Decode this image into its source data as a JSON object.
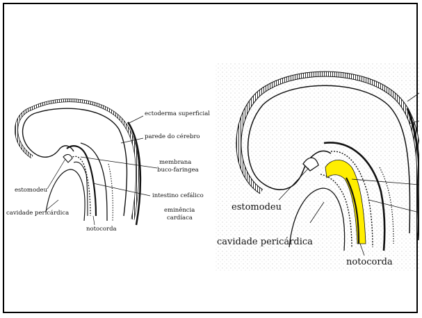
{
  "slide": {
    "left_figure": {
      "labels": {
        "ectoderma": "ectoderma superficial",
        "parede": "parede do cérebro",
        "membrana_1": "membrana",
        "membrana_2": "buco-faringea",
        "estomodeu": "estomodeu",
        "intestino": "intestino cefálico",
        "cavidade": "cavidade pericárdica",
        "eminencia_1": "eminência",
        "eminencia_2": "cardíaca",
        "notocorda": "notocorda"
      }
    },
    "right_figure": {
      "labels": {
        "estomodeu": "estomodeu",
        "cavidade": "cavidade pericárdica",
        "notocorda": "notocorda"
      },
      "highlight_color": "#ffee00"
    }
  }
}
